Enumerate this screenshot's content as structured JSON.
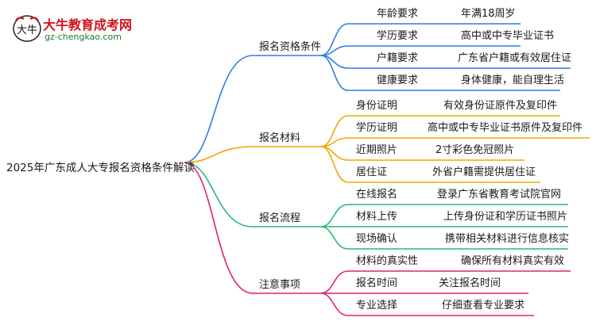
{
  "logo": {
    "title": "大牛教育成考网",
    "url": "gz-chengkao.com",
    "mark_char": "大牛"
  },
  "mindmap": {
    "root": "2025年广东成人大专报名资格条件解读",
    "colors": {
      "branch1": "#2f7de1",
      "branch2": "#f0a800",
      "branch3": "#2bb673",
      "branch4": "#e0207a"
    },
    "branches": [
      {
        "label": "报名资格条件",
        "items": [
          {
            "key": "年龄要求",
            "value": "年满18周岁"
          },
          {
            "key": "学历要求",
            "value": "高中或中专毕业证书"
          },
          {
            "key": "户籍要求",
            "value": "广东省户籍或有效居住证"
          },
          {
            "key": "健康要求",
            "value": "身体健康，能自理生活"
          }
        ]
      },
      {
        "label": "报名材料",
        "items": [
          {
            "key": "身份证明",
            "value": "有效身份证原件及复印件"
          },
          {
            "key": "学历证明",
            "value": "高中或中专毕业证书原件及复印件"
          },
          {
            "key": "近期照片",
            "value": "2寸彩色免冠照片"
          },
          {
            "key": "居住证",
            "value": "外省户籍需提供居住证"
          }
        ]
      },
      {
        "label": "报名流程",
        "items": [
          {
            "key": "在线报名",
            "value": "登录广东省教育考试院官网"
          },
          {
            "key": "材料上传",
            "value": "上传身份证和学历证书照片"
          },
          {
            "key": "现场确认",
            "value": "携带相关材料进行信息核实"
          }
        ]
      },
      {
        "label": "注意事项",
        "items": [
          {
            "key": "材料的真实性",
            "value": "确保所有材料真实有效"
          },
          {
            "key": "报名时间",
            "value": "关注报名时间"
          },
          {
            "key": "专业选择",
            "value": "仔细查看专业要求"
          }
        ]
      }
    ]
  }
}
